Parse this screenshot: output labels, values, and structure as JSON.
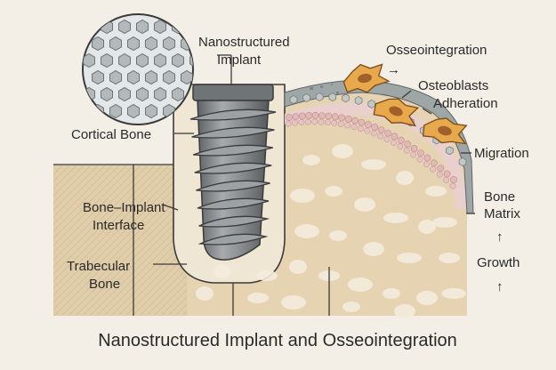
{
  "title": "Nanostructured Implant and Osseointegration",
  "labels": {
    "nanostructured": "Nanostructured",
    "implant": "Implant",
    "osseointegration": "Osseointegration",
    "osteoblasts": "Osteoblasts",
    "adheration": "Adheration",
    "migration": "Migration",
    "cortical_bone": "Cortical Bone",
    "bone_implant": "Bone–Implant",
    "interface": "Interface",
    "trabecular": "Trabecular",
    "bone": "Bone",
    "bone_matrix_1": "Bone",
    "bone_matrix_2": "Matrix",
    "growth": "Growth"
  },
  "arrows": {
    "right": "→",
    "up": "↑"
  },
  "colors": {
    "background": "#f4efe6",
    "trabecular_fill": "#e2cfae",
    "cortical_fill": "#ebe0ca",
    "implant_metal": "#7f8487",
    "cell_body": "#e5a64a",
    "cell_nucleus": "#9c5a1f",
    "pink_layer": "#e8c4c4",
    "gray_layer": "#9ea4a4"
  }
}
